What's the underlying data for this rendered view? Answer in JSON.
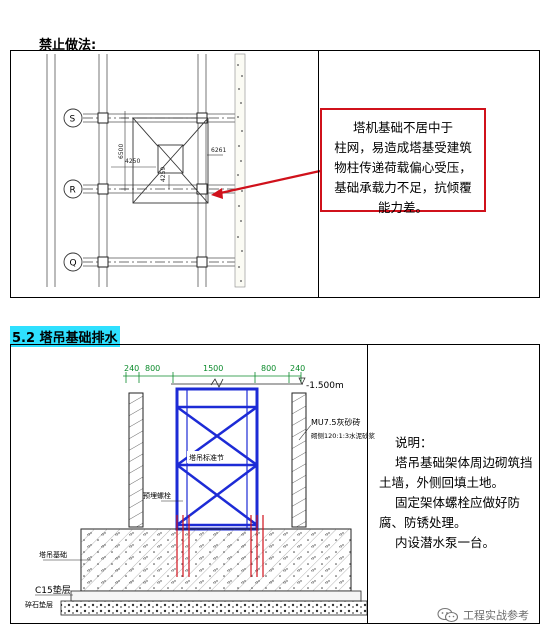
{
  "heading_forbidden": "禁止做法:",
  "drawing1": {
    "axis_labels": [
      "S",
      "R",
      "Q"
    ],
    "dims": [
      "6500",
      "4250",
      "6261",
      "4259"
    ]
  },
  "callout": {
    "lines": [
      "塔机基础不居中于",
      "柱网，易造成塔基受建筑",
      "物柱传递荷载偏心受压，",
      "基础承载力不足，抗倾覆",
      "能力差。"
    ],
    "border_color": "#d0111b"
  },
  "heading_section": "5.2 塔吊基础排水",
  "drawing2": {
    "top_dims": [
      "240",
      "800",
      "1500",
      "800",
      "240"
    ],
    "elevation": "-1.500m",
    "wall_note_1": "MU7.5灰砂砖",
    "wall_note_2": "砌侧120:1:3水泥砂浆",
    "mast_label": "塔吊标准节",
    "anchor_label": "预埋螺栓",
    "foundation_label": "塔吊基础",
    "cushion_label": "C15垫层",
    "gravel_label": "碎石垫层",
    "mast_color": "#1d2bd6"
  },
  "note": {
    "title": "说明：",
    "paragraphs": [
      "塔吊基础架体周边砌筑挡土墙，外侧回填土地。",
      "固定架体螺栓应做好防腐、防锈处理。",
      "内设潜水泵一台。"
    ]
  },
  "watermark": {
    "text": "工程实战参考",
    "icon": "wechat-icon"
  }
}
